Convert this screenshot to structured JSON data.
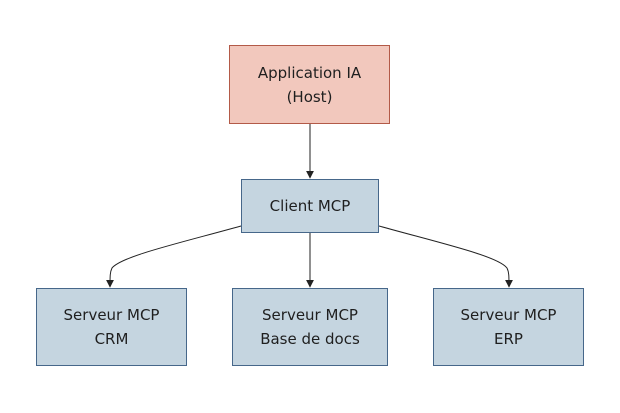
{
  "nodes": {
    "host": {
      "line1": "Application IA",
      "line2": "(Host)"
    },
    "client": {
      "line1": "Client MCP"
    },
    "crm": {
      "line1": "Serveur MCP",
      "line2": "CRM"
    },
    "docs": {
      "line1": "Serveur MCP",
      "line2": "Base de docs"
    },
    "erp": {
      "line1": "Serveur MCP",
      "line2": "ERP"
    }
  },
  "edges": [
    {
      "from": "host",
      "to": "client"
    },
    {
      "from": "client",
      "to": "crm"
    },
    {
      "from": "client",
      "to": "docs"
    },
    {
      "from": "client",
      "to": "erp"
    }
  ],
  "colors": {
    "host_fill": "#f2c8bd",
    "host_border": "#b35a48",
    "node_fill": "#c5d5e0",
    "node_border": "#46678a",
    "edge": "#222222"
  }
}
